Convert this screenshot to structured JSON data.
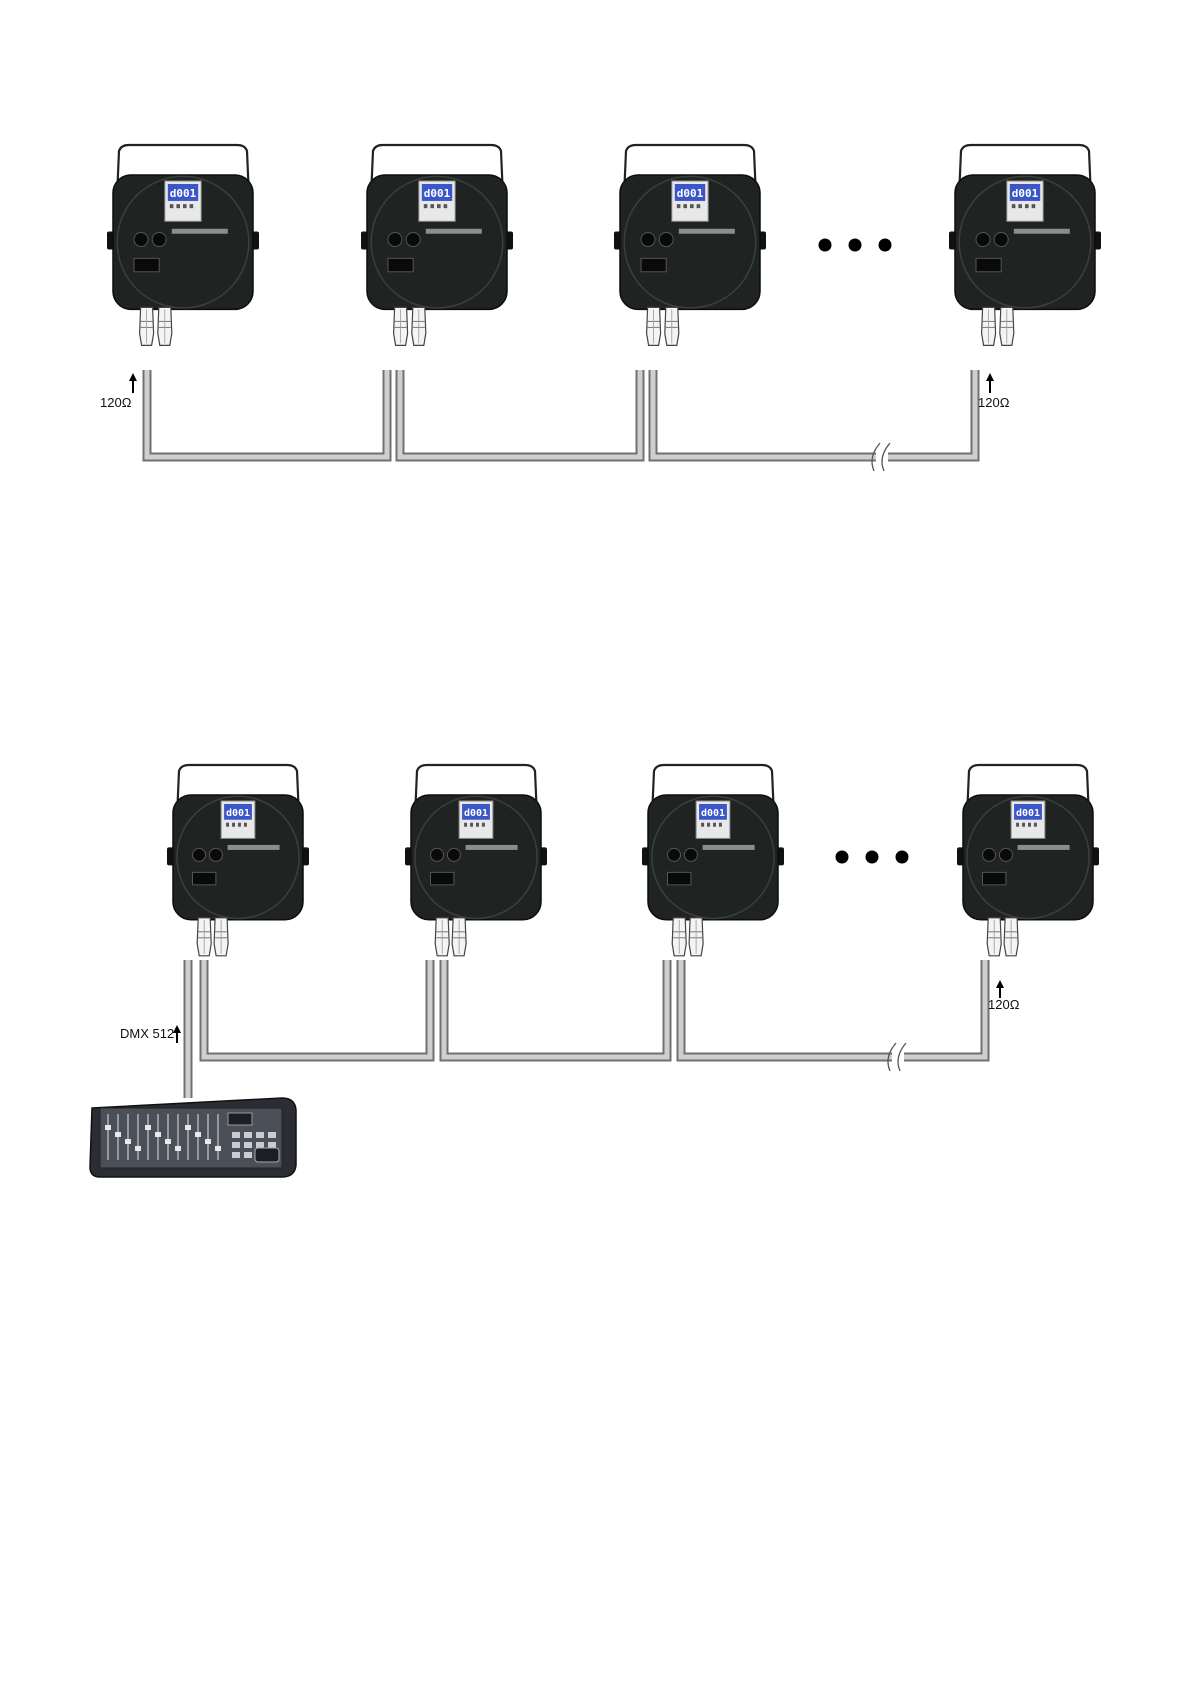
{
  "labels": {
    "terminator": "120Ω",
    "dmx_input": "DMX 512"
  },
  "fixture": {
    "display_readout": "d001"
  },
  "colors": {
    "cable_outline": "#707070",
    "cable_fill": "#cfcfcf",
    "fixture_body": "#1f2321",
    "display": "#3a56c8",
    "controller_body": "#2a2d33"
  },
  "icons": {
    "fixture": "led-par-fixture-icon",
    "connector": "xlr-connector-icon",
    "controller": "dmx-controller-icon",
    "ellipsis": "ellipsis-icon",
    "arrow": "arrow-up-icon",
    "break": "cable-break-icon"
  }
}
